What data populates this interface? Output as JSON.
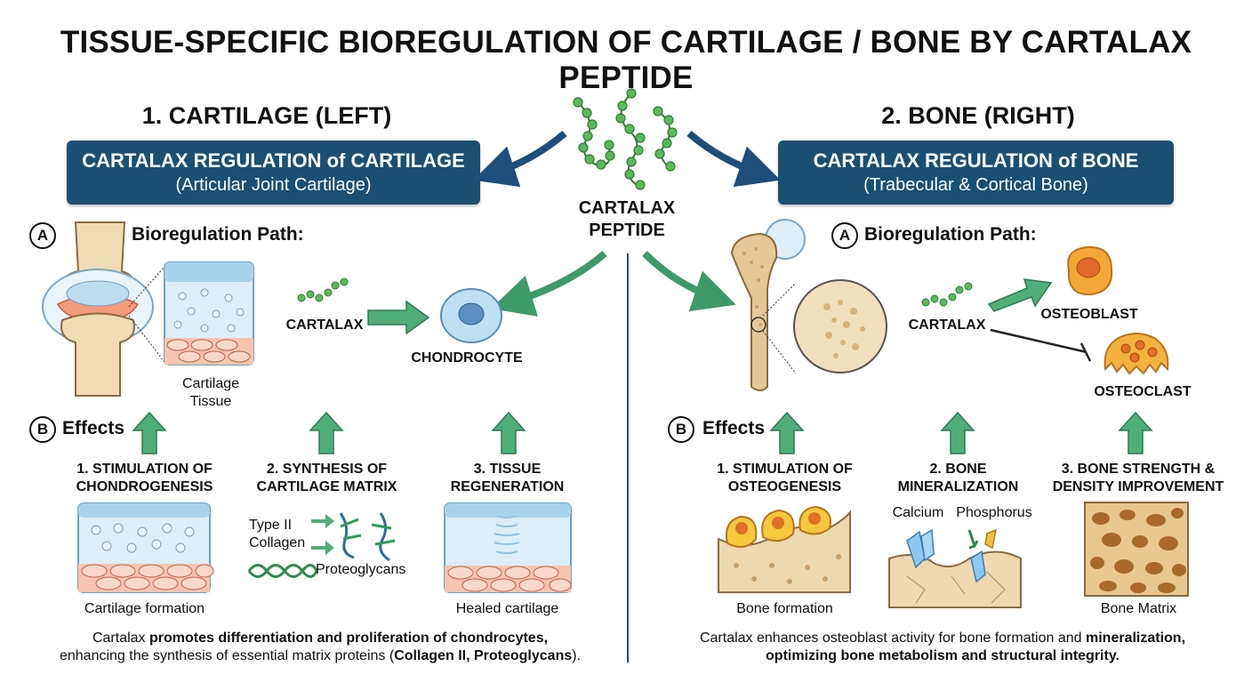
{
  "title": "TISSUE-SPECIFIC BIOREGULATION OF CARTILAGE / BONE BY CARTALAX PEPTIDE",
  "center": {
    "peptide_line1": "CARTALAX",
    "peptide_line2": "PEPTIDE"
  },
  "left": {
    "heading": "1. CARTILAGE (LEFT)",
    "banner_title": "CARTALAX REGULATION of CARTILAGE",
    "banner_subtitle": "(Articular Joint Cartilage)",
    "path_badge": "A",
    "path_title": "Bioregulation Path:",
    "tissue_label_1": "Cartilage",
    "tissue_label_2": "Tissue",
    "agent_label": "CARTALAX",
    "target_label": "CHONDROCYTE",
    "effects_badge": "B",
    "effects_title": "Effects",
    "effects": [
      {
        "line1": "1. STIMULATION OF",
        "line2": "CHONDROGENESIS",
        "caption": "Cartilage formation"
      },
      {
        "line1": "2. SYNTHESIS OF",
        "line2": "CARTILAGE MATRIX",
        "caption": ""
      },
      {
        "line1": "3. TISSUE",
        "line2": "REGENERATION",
        "caption": "Healed cartilage"
      }
    ],
    "matrix_labels": {
      "type2_1": "Type II",
      "type2_2": "Collagen",
      "proteo": "Proteoglycans"
    },
    "footer": {
      "p1": "Cartalax ",
      "b1": "promotes differentiation and proliferation of chondrocytes,",
      "p2": "enhancing the synthesis of essential matrix proteins (",
      "b2": "Collagen II, Proteoglycans",
      "p3": ")."
    }
  },
  "right": {
    "heading": "2. BONE (RIGHT)",
    "banner_title": "CARTALAX REGULATION of BONE",
    "banner_subtitle": "(Trabecular & Cortical Bone)",
    "path_badge": "A",
    "path_title": "Bioregulation Path:",
    "agent_label": "CARTALAX",
    "target_up": "OSTEOBLAST",
    "target_down": "OSTEOCLAST",
    "effects_badge": "B",
    "effects_title": "Effects",
    "effects": [
      {
        "line1": "1. STIMULATION OF",
        "line2": "OSTEOGENESIS",
        "caption": "Bone formation"
      },
      {
        "line1": "2. BONE",
        "line2": "MINERALIZATION",
        "caption": ""
      },
      {
        "line1": "3. BONE STRENGTH &",
        "line2": "DENSITY IMPROVEMENT",
        "caption": "Bone Matrix"
      }
    ],
    "mineral_labels": {
      "calcium": "Calcium",
      "phosphorus": "Phosphorus"
    },
    "footer": {
      "p1": "Cartalax enhances osteoblast activity for bone formation and ",
      "b1": "mineralization,",
      "b2": "optimizing bone metabolism and structural integrity."
    }
  },
  "colors": {
    "banner": "#1b4f72",
    "arrow_green": "#3d9a6a",
    "arrow_blue": "#1f4e7a",
    "peptide": "#4caf50",
    "cartilage_blue": "#cfe8f6",
    "bone": "#e6c896",
    "osteoblast": "#f0a030"
  }
}
